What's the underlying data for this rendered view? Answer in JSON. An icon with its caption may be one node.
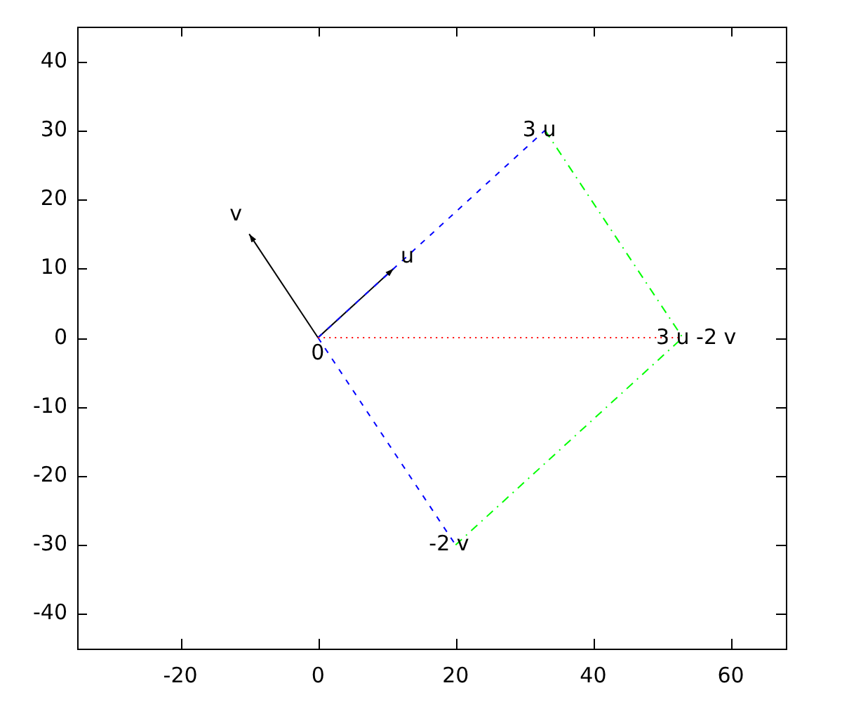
{
  "diagram": {
    "nodes": [
      {
        "text": [
          "0"
        ]
      },
      {
        "text": [
          "u"
        ]
      },
      {
        "text": [
          "v"
        ]
      },
      {
        "text": [
          "3 u"
        ]
      },
      {
        "text": [
          "-2 v"
        ]
      },
      {
        "text": [
          "3 u -2 v"
        ]
      }
    ],
    "edges": [
      {
        "from": 0,
        "to": 1,
        "arrow": "to"
      },
      {
        "from": 0,
        "to": 2,
        "arrow": "to"
      },
      {
        "from": 0,
        "to": 3,
        "arrow": "none",
        "style": "dashed",
        "color": "#0000ff"
      },
      {
        "from": 0,
        "to": 4,
        "arrow": "none",
        "style": "dashed",
        "color": "#0000ff"
      },
      {
        "from": 3,
        "to": 5,
        "arrow": "none",
        "style": "dashed",
        "color": "#00ff00"
      },
      {
        "from": 4,
        "to": 5,
        "arrow": "none",
        "style": "dashed",
        "color": "#00ff00"
      },
      {
        "from": 0,
        "to": 5,
        "arrow": "none",
        "style": "dashed",
        "color": "#ff0000"
      }
    ],
    "labels": [
      "40",
      "30",
      "20",
      "10",
      "0",
      "-10",
      "-20",
      "-30",
      "-40",
      "-20",
      "0",
      "20",
      "40",
      "60"
    ]
  }
}
